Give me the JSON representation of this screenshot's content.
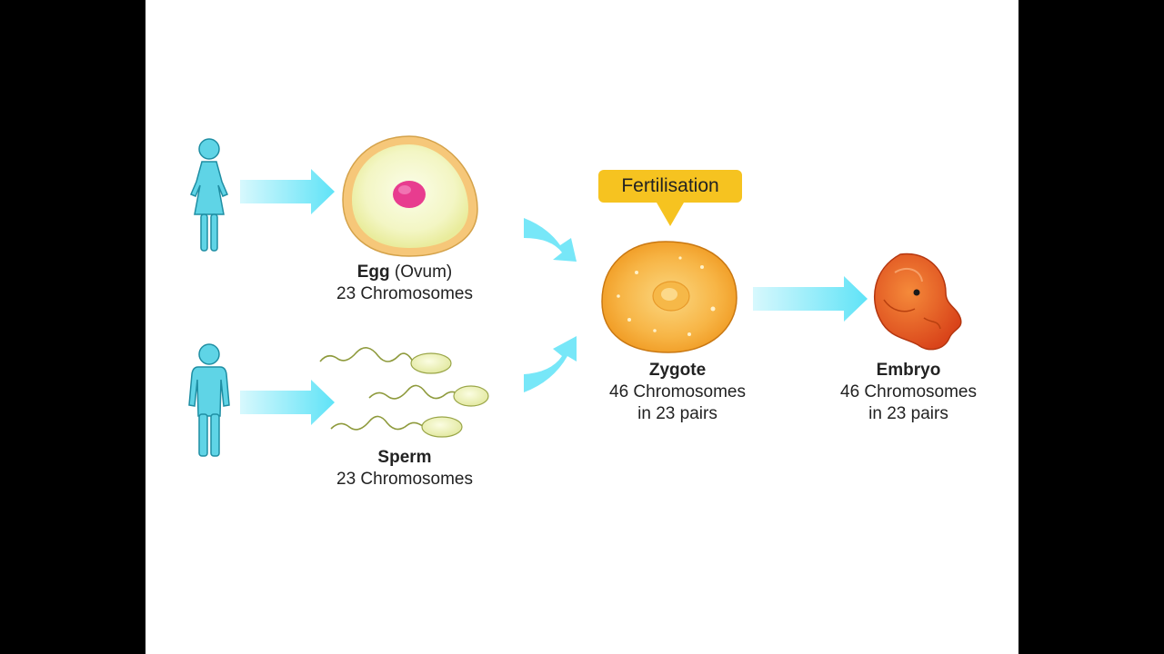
{
  "colors": {
    "background": "#ffffff",
    "letterbox": "#000000",
    "person": "#5fd4e6",
    "arrow": "#5fe3f7",
    "fertilisation_badge": "#f6c320",
    "egg_nucleus": "#e83c8f",
    "zygote": "#f6a52c",
    "embryo": "#e85a1e",
    "sperm": "#eef3b6"
  },
  "icons": [
    "female-person-icon",
    "male-person-icon",
    "arrow-right-icon",
    "egg-cell-icon",
    "sperm-cell-icon",
    "zygote-cell-icon",
    "embryo-icon"
  ],
  "fertilisation": {
    "label": "Fertilisation"
  },
  "egg": {
    "name": "Egg",
    "alt": "(Ovum)",
    "chromosomes": "23 Chromosomes"
  },
  "sperm": {
    "name": "Sperm",
    "chromosomes": "23 Chromosomes"
  },
  "zygote": {
    "name": "Zygote",
    "chromosomes": "46 Chromosomes",
    "pairs": "in 23 pairs"
  },
  "embryo": {
    "name": "Embryo",
    "chromosomes": "46 Chromosomes",
    "pairs": "in 23 pairs"
  }
}
